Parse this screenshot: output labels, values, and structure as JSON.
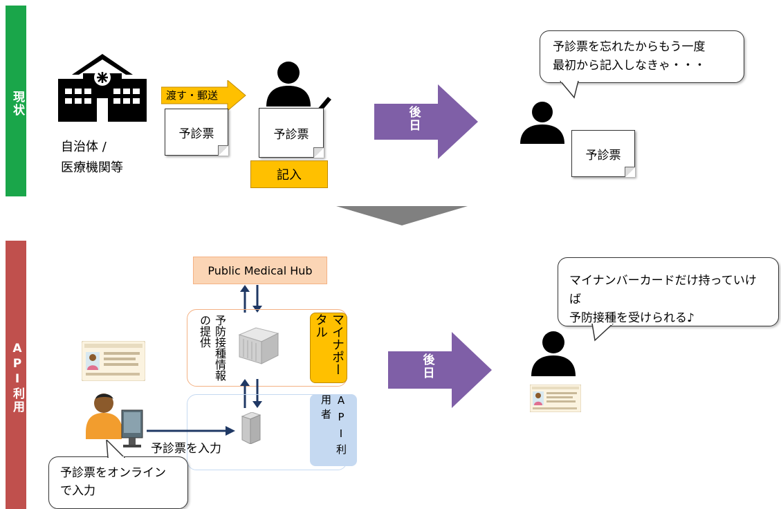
{
  "top": {
    "side_label": "現状",
    "org_label_1": "自治体 /",
    "org_label_2": "医療機関等",
    "send_arrow_label": "渡す・郵送",
    "doc1_label": "予診票",
    "doc2_label": "予診票",
    "fill_label": "記入",
    "later_label": "後日",
    "bubble_line1": "予診票を忘れたからもう一度",
    "bubble_line2": "最初から記入しなきゃ・・・",
    "doc3_label": "予診票"
  },
  "bottom": {
    "side_label": "API利用",
    "hub_label": "Public Medical Hub",
    "provide_label": "予防接種情報の提供",
    "portal_label": "マイナポータル",
    "api_user_label": "API利用者",
    "input_label": "予診票を入力",
    "later_label": "後日",
    "bubble_line1": "マイナンバーカードだけ持っていけば",
    "bubble_line2": "予防接種を受けられる♪",
    "callout_line1": "予診票をオンライン",
    "callout_line2": "で入力"
  },
  "colors": {
    "current_band": "#1aa64a",
    "api_band": "#c0504d",
    "arrow_purple": "#7f5fa7",
    "orange": "#ffc000",
    "hub_bg": "#fbd5b5",
    "portal_border": "#f4b183",
    "api_user_bg": "#c5d9f1"
  }
}
